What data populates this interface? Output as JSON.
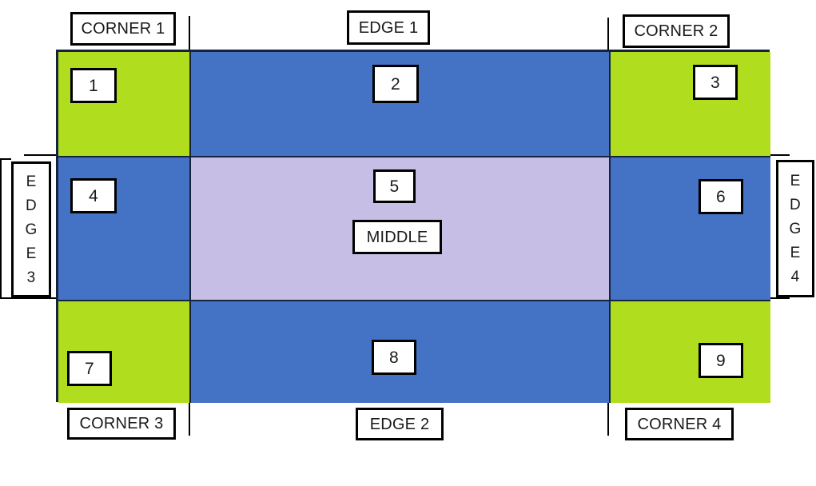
{
  "diagram": {
    "title": "Grid zones diagram",
    "colors": {
      "green": "#b0de1f",
      "blue": "#4472c4",
      "purple": "#c6bee4",
      "outline": "#16233f",
      "box_border": "#000000",
      "box_fill": "#ffffff",
      "background": "#ffffff"
    },
    "cells": [
      {
        "id": 1,
        "number": "1",
        "color": "green",
        "zone": "corner"
      },
      {
        "id": 2,
        "number": "2",
        "color": "blue",
        "zone": "edge"
      },
      {
        "id": 3,
        "number": "3",
        "color": "green",
        "zone": "corner"
      },
      {
        "id": 4,
        "number": "4",
        "color": "blue",
        "zone": "edge"
      },
      {
        "id": 5,
        "number": "5",
        "color": "purple",
        "zone": "middle"
      },
      {
        "id": 6,
        "number": "6",
        "color": "blue",
        "zone": "edge"
      },
      {
        "id": 7,
        "number": "7",
        "color": "green",
        "zone": "corner"
      },
      {
        "id": 8,
        "number": "8",
        "color": "blue",
        "zone": "edge"
      },
      {
        "id": 9,
        "number": "9",
        "color": "green",
        "zone": "corner"
      }
    ],
    "labels": {
      "corner_1": "CORNER 1",
      "corner_2": "CORNER 2",
      "corner_3": "CORNER 3",
      "corner_4": "CORNER 4",
      "edge_1": "EDGE 1",
      "edge_2": "EDGE 2",
      "edge_3_chars": [
        "E",
        "D",
        "G",
        "E",
        "3"
      ],
      "edge_4_chars": [
        "E",
        "D",
        "G",
        "E",
        "4"
      ],
      "middle": "MIDDLE"
    }
  }
}
